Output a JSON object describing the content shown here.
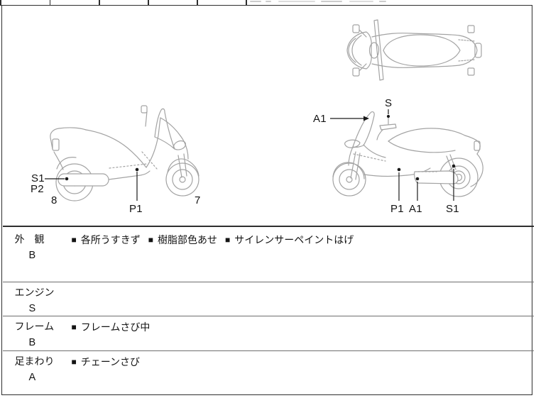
{
  "sheet": {
    "callouts_left_view": {
      "s1": "S1",
      "p2": "P2",
      "rear_wheel_num": "8",
      "p1": "P1",
      "front_wheel_num": "7"
    },
    "callouts_right_view": {
      "a1_windshield": "A1",
      "s_mirror": "S",
      "p1_body": "P1",
      "a1_body": "A1",
      "s1_rear": "S1"
    },
    "condition_table": {
      "bullet": "■",
      "rows": [
        {
          "label": "外　観",
          "grade": "B",
          "items": [
            "各所うすきず",
            "樹脂部色あせ",
            "サイレンサーペイントはげ"
          ]
        },
        {
          "label": "エンジン",
          "grade": "S",
          "items": []
        },
        {
          "label": "フレーム",
          "grade": "B",
          "items": [
            "フレームさび中"
          ]
        },
        {
          "label": "足まわり",
          "grade": "A",
          "items": [
            "チェーンさび"
          ]
        }
      ]
    },
    "colors": {
      "sketch_line": "#a3a3a3",
      "border": "#2e2e2e",
      "text": "#141414"
    }
  }
}
